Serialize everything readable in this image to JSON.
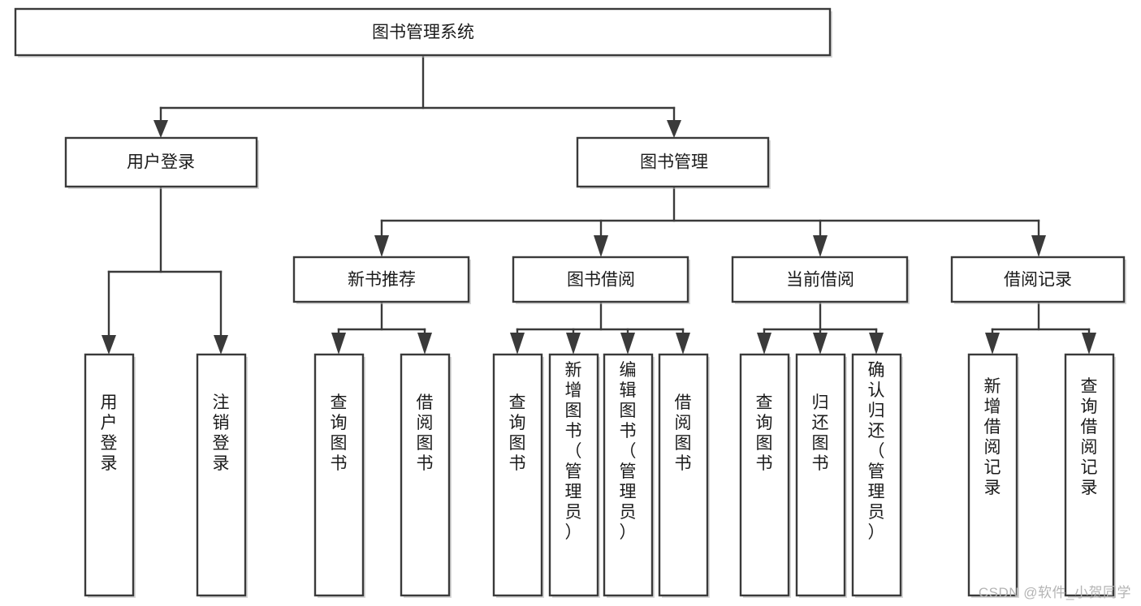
{
  "diagram": {
    "type": "tree",
    "title": "图书管理系统",
    "watermark": "CSDN @软件_小贺同学",
    "colors": {
      "box_stroke": "#3a3a3a",
      "box_fill": "#ffffff",
      "text": "#1b1b1b",
      "watermark": "#b4b4b4",
      "background": "#ffffff"
    },
    "nodes": {
      "root": {
        "label": "图书管理系统",
        "orientation": "horizontal"
      },
      "level2": [
        {
          "label": "用户登录",
          "orientation": "horizontal"
        },
        {
          "label": "图书管理",
          "orientation": "horizontal"
        }
      ],
      "level3": [
        {
          "label": "新书推荐",
          "orientation": "horizontal"
        },
        {
          "label": "图书借阅",
          "orientation": "horizontal"
        },
        {
          "label": "当前借阅",
          "orientation": "horizontal"
        },
        {
          "label": "借阅记录",
          "orientation": "horizontal"
        }
      ],
      "leaves": [
        {
          "label": "用户登录",
          "orientation": "vertical",
          "parent": "用户登录"
        },
        {
          "label": "注销登录",
          "orientation": "vertical",
          "parent": "用户登录"
        },
        {
          "label": "查询图书",
          "orientation": "vertical",
          "parent": "新书推荐"
        },
        {
          "label": "借阅图书",
          "orientation": "vertical",
          "parent": "新书推荐"
        },
        {
          "label": "查询图书",
          "orientation": "vertical",
          "parent": "图书借阅"
        },
        {
          "label": "新增图书（管理员）",
          "orientation": "vertical",
          "parent": "图书借阅"
        },
        {
          "label": "编辑图书（管理员）",
          "orientation": "vertical",
          "parent": "图书借阅"
        },
        {
          "label": "借阅图书",
          "orientation": "vertical",
          "parent": "图书借阅"
        },
        {
          "label": "查询图书",
          "orientation": "vertical",
          "parent": "当前借阅"
        },
        {
          "label": "归还图书",
          "orientation": "vertical",
          "parent": "当前借阅"
        },
        {
          "label": "确认归还（管理员）",
          "orientation": "vertical",
          "parent": "当前借阅"
        },
        {
          "label": "新增借阅记录",
          "orientation": "vertical",
          "parent": "借阅记录"
        },
        {
          "label": "查询借阅记录",
          "orientation": "vertical",
          "parent": "借阅记录"
        }
      ]
    }
  }
}
